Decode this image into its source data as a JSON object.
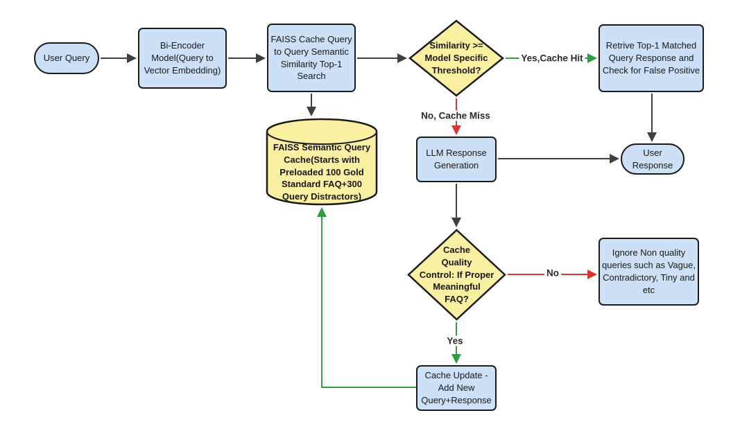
{
  "diagram": {
    "nodes": {
      "user_query": {
        "type": "terminator",
        "label": "User Query"
      },
      "bi_encoder": {
        "type": "process",
        "label": "Bi-Encoder\nModel(Query to\nVector Embedding)"
      },
      "faiss_search": {
        "type": "process",
        "label": "FAISS Cache Query\nto Query Semantic\nSimilarity Top-1\nSearch"
      },
      "similarity_decision": {
        "type": "decision",
        "label": "Similarity >=\nModel Specific\nThreshold?"
      },
      "retrieve_top1": {
        "type": "process",
        "label": "Retrive Top-1 Matched\nQuery Response and\nCheck for False Positive"
      },
      "faiss_cache_db": {
        "type": "database",
        "label": "FAISS Semantic Query\nCache(Starts with\nPreloaded 100 Gold\nStandard FAQ+300\nQuery Distractors)"
      },
      "llm_generation": {
        "type": "process",
        "label": "LLM Response\nGeneration"
      },
      "user_response": {
        "type": "terminator",
        "label": "User\nResponse"
      },
      "quality_decision": {
        "type": "decision",
        "label": "Cache\nQuality\nControl: If Proper\nMeaningful\nFAQ?"
      },
      "ignore_queries": {
        "type": "process",
        "label": "Ignore Non quality\nqueries such as Vague,\nContradictory, Tiny and\netc"
      },
      "cache_update": {
        "type": "process",
        "label": "Cache Update -\nAdd New\nQuery+Response"
      }
    },
    "edge_labels": {
      "yes_cache_hit": "Yes,Cache Hit",
      "no_cache_miss": "No, Cache Miss",
      "no": "No",
      "yes": "Yes"
    },
    "colors": {
      "process_fill": "#cce0f7",
      "decision_fill": "#fbf0a2",
      "border": "#1a1a1a",
      "edge_default": "#3f3f3f",
      "edge_yes": "#2b9e3f",
      "edge_no": "#e0342b",
      "canvas_bg": "#ffffff"
    }
  }
}
